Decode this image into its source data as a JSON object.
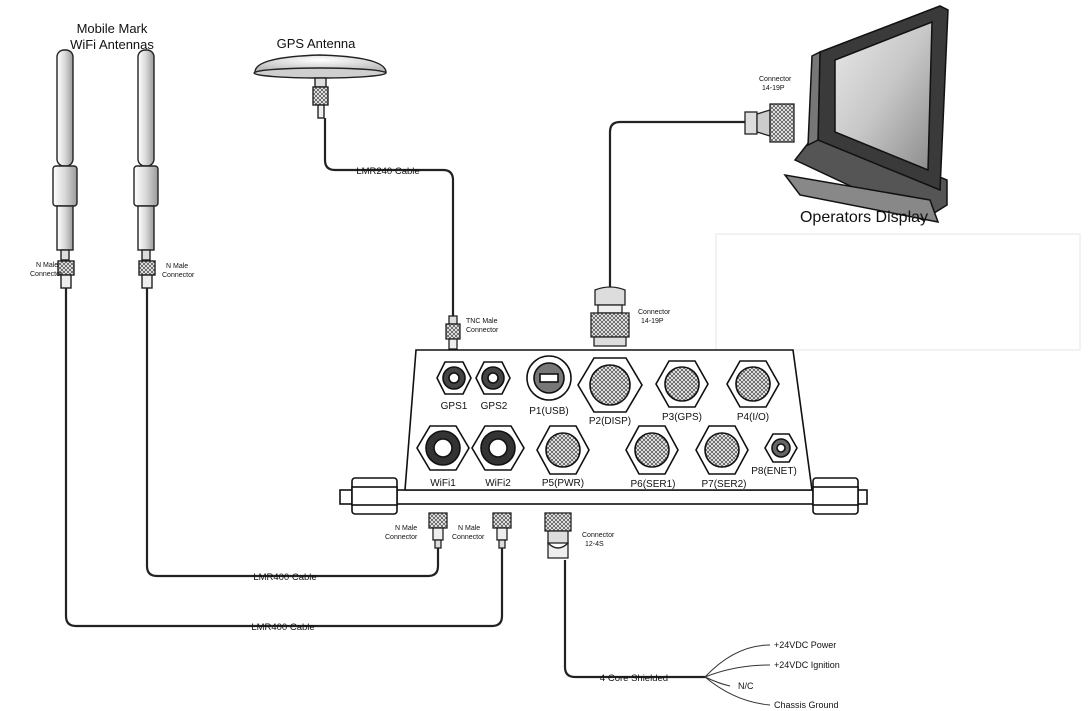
{
  "labels": {
    "wifi_antennas_line1": "Mobile Mark",
    "wifi_antennas_line2": "WiFi Antennas",
    "gps_antenna": "GPS Antenna",
    "operators_display": "Operators Display"
  },
  "connectors": {
    "n_male": [
      "N Male",
      "Connector"
    ],
    "tnc_male": [
      "TNC Male",
      "Connector"
    ],
    "display_conn": [
      "Connector",
      "14-19P"
    ],
    "top_conn": [
      "Connector",
      "14-19P"
    ],
    "power_conn": [
      "Connector",
      "12-4S"
    ]
  },
  "cables": {
    "gps": "LMR240 Cable",
    "wifi_upper": "LMR400 Cable",
    "wifi_lower": "LMR400 Cable",
    "power": "4 Core Shielded"
  },
  "ports": {
    "gps1": "GPS1",
    "gps2": "GPS2",
    "p1": "P1(USB)",
    "p2": "P2(DISP)",
    "p3": "P3(GPS)",
    "p4": "P4(I/O)",
    "wifi1": "WiFi1",
    "wifi2": "WiFi2",
    "p5": "P5(PWR)",
    "p6": "P6(SER1)",
    "p7": "P7(SER2)",
    "p8": "P8(ENET)"
  },
  "power_wires": [
    "+24VDC Power",
    "+24VDC Ignition",
    "N/C",
    "Chassis Ground"
  ]
}
